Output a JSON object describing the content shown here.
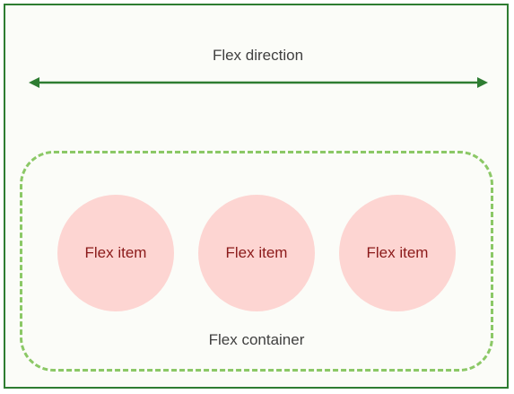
{
  "diagram": {
    "direction_label": "Flex direction",
    "container_label": "Flex container",
    "items": [
      {
        "label": "Flex item"
      },
      {
        "label": "Flex item"
      },
      {
        "label": "Flex item"
      }
    ],
    "colors": {
      "frame_border": "#2e7d32",
      "arrow": "#2e7d32",
      "container_border": "#8bc866",
      "item_fill": "#fdd5d2",
      "item_text": "#8b1a1a",
      "label_text": "#404040"
    }
  }
}
